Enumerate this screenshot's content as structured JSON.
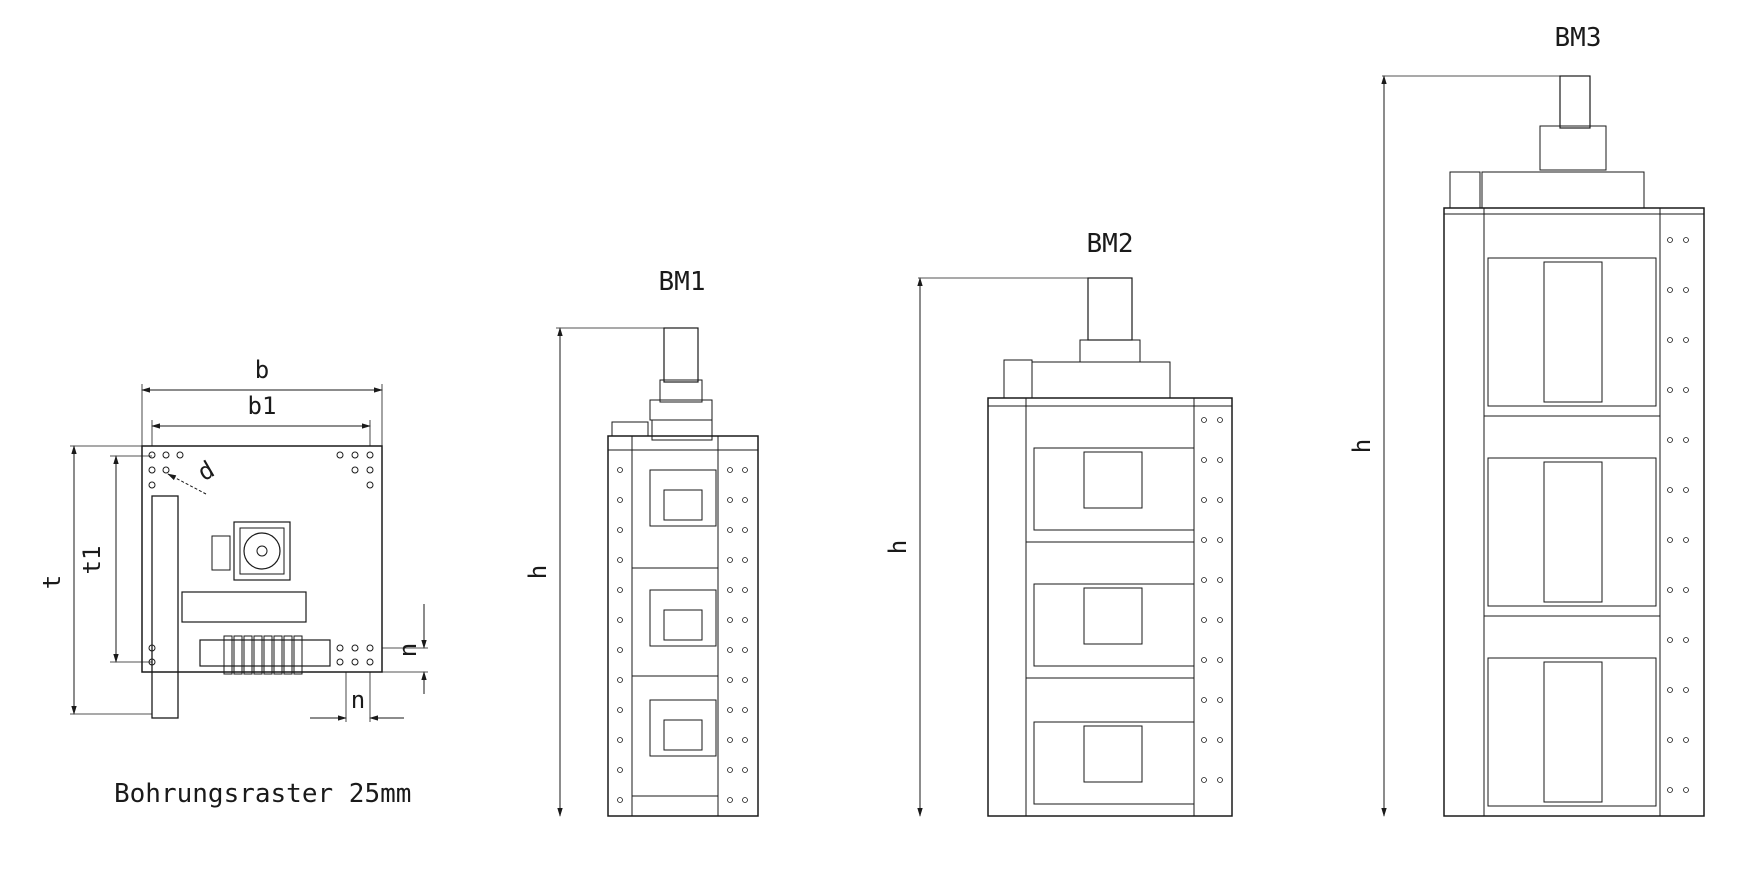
{
  "plan_view": {
    "dim_b": "b",
    "dim_b1": "b1",
    "dim_t": "t",
    "dim_t1": "t1",
    "dim_d": "d",
    "dim_n_vertical": "n",
    "dim_n_horizontal": "n",
    "caption": "Bohrungsraster 25mm"
  },
  "modules": [
    {
      "title": "BM1",
      "dim_h": "h",
      "stacks": 3
    },
    {
      "title": "BM2",
      "dim_h": "h",
      "stacks": 3
    },
    {
      "title": "BM3",
      "dim_h": "h",
      "stacks": 3
    }
  ],
  "colors": {
    "line": "#1a1a1a",
    "background": "#ffffff"
  }
}
